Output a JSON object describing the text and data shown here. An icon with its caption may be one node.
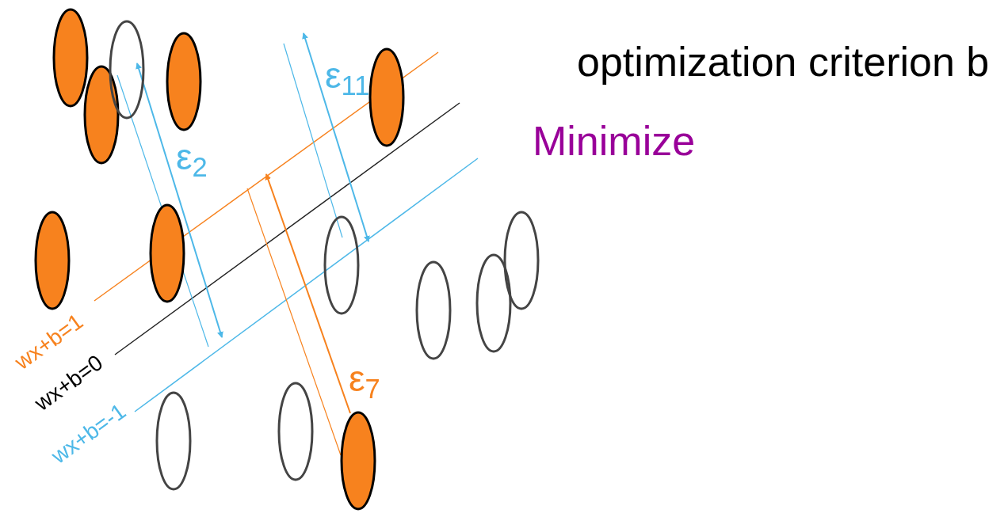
{
  "diagram": {
    "labels": [
      "optimization criterion b",
      "Minimize",
      "ε$_{11}$",
      "ε$_{2}$",
      "wx+b=1",
      "wx+b=0",
      "ε$_{7}$",
      "wx+b=-1"
    ]
  }
}
